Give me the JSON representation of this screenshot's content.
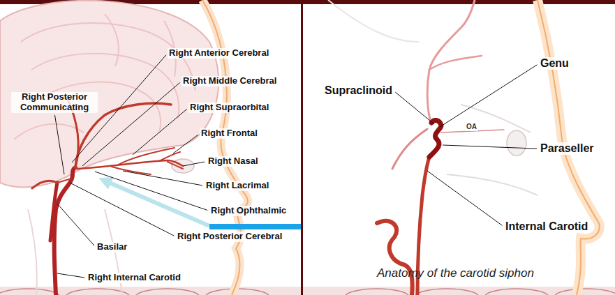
{
  "diagram": {
    "caption": "Anatomy of the carotid siphon",
    "labels": [
      "Right Anterior Cerebral",
      "Right Middle Cerebral",
      "Right Posterior Communicating",
      "Right Supraorbital",
      "Right Frontal",
      "Right Nasal",
      "Right Lacrimal",
      "Right Ophthalmic",
      "Right Posterior Cerebral",
      "Basilar",
      "Right Internal Carotid",
      "Genu",
      "Supraclinoid",
      "OA",
      "Paraseller",
      "Internal Carotid"
    ]
  }
}
